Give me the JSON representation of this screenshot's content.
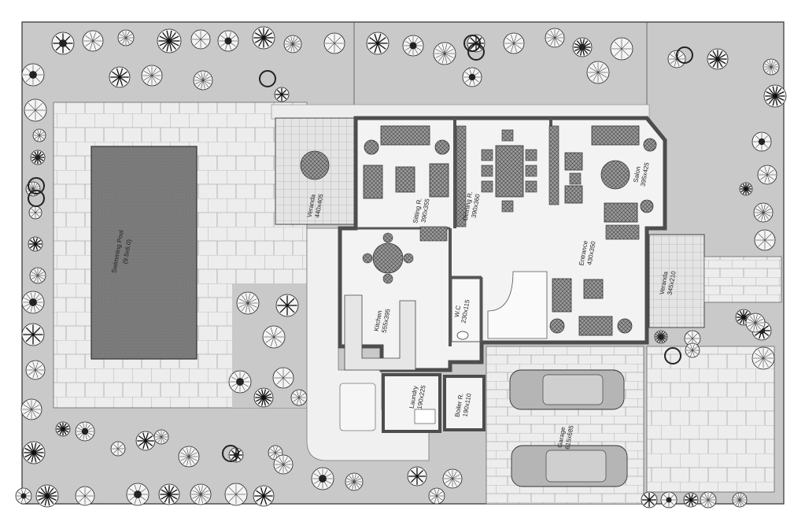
{
  "plan": {
    "rooms": [
      {
        "id": "pool",
        "name": "Swimming Pool",
        "dim": "(9.5x6.0)",
        "rotated": true
      },
      {
        "id": "veranda-left",
        "name": "Veranda",
        "dim": "440x405",
        "rotated": true
      },
      {
        "id": "sitting",
        "name": "Sitting R.",
        "dim": "390x355",
        "rotated": true
      },
      {
        "id": "dining",
        "name": "Dinning R.",
        "dim": "390x360",
        "rotated": true
      },
      {
        "id": "salon",
        "name": "Salon",
        "dim": "395x425",
        "rotated": true
      },
      {
        "id": "entrance",
        "name": "Entrance",
        "dim": "430x350",
        "rotated": true
      },
      {
        "id": "veranda-right",
        "name": "Veranda",
        "dim": "345x210",
        "rotated": true
      },
      {
        "id": "kitchen",
        "name": "Kitchen",
        "dim": "555x395",
        "rotated": true
      },
      {
        "id": "wc",
        "name": "W.C",
        "dim": "230x115",
        "rotated": true
      },
      {
        "id": "laundry",
        "name": "Laundry",
        "dim": "190x225",
        "rotated": true
      },
      {
        "id": "boiler",
        "name": "Boiler R.",
        "dim": "190x110",
        "rotated": true
      },
      {
        "id": "garage",
        "name": "Garage",
        "dim": "615x685",
        "rotated": true
      }
    ],
    "colors": {
      "garden": "#c9c9c9",
      "paving": "#ececec",
      "pool_water": "#7d7d7d",
      "wall": "#555555",
      "floor": "#f2f2f2",
      "tile": "#d6d6d6",
      "car": "#b3b3b3",
      "line": "#333333"
    }
  }
}
